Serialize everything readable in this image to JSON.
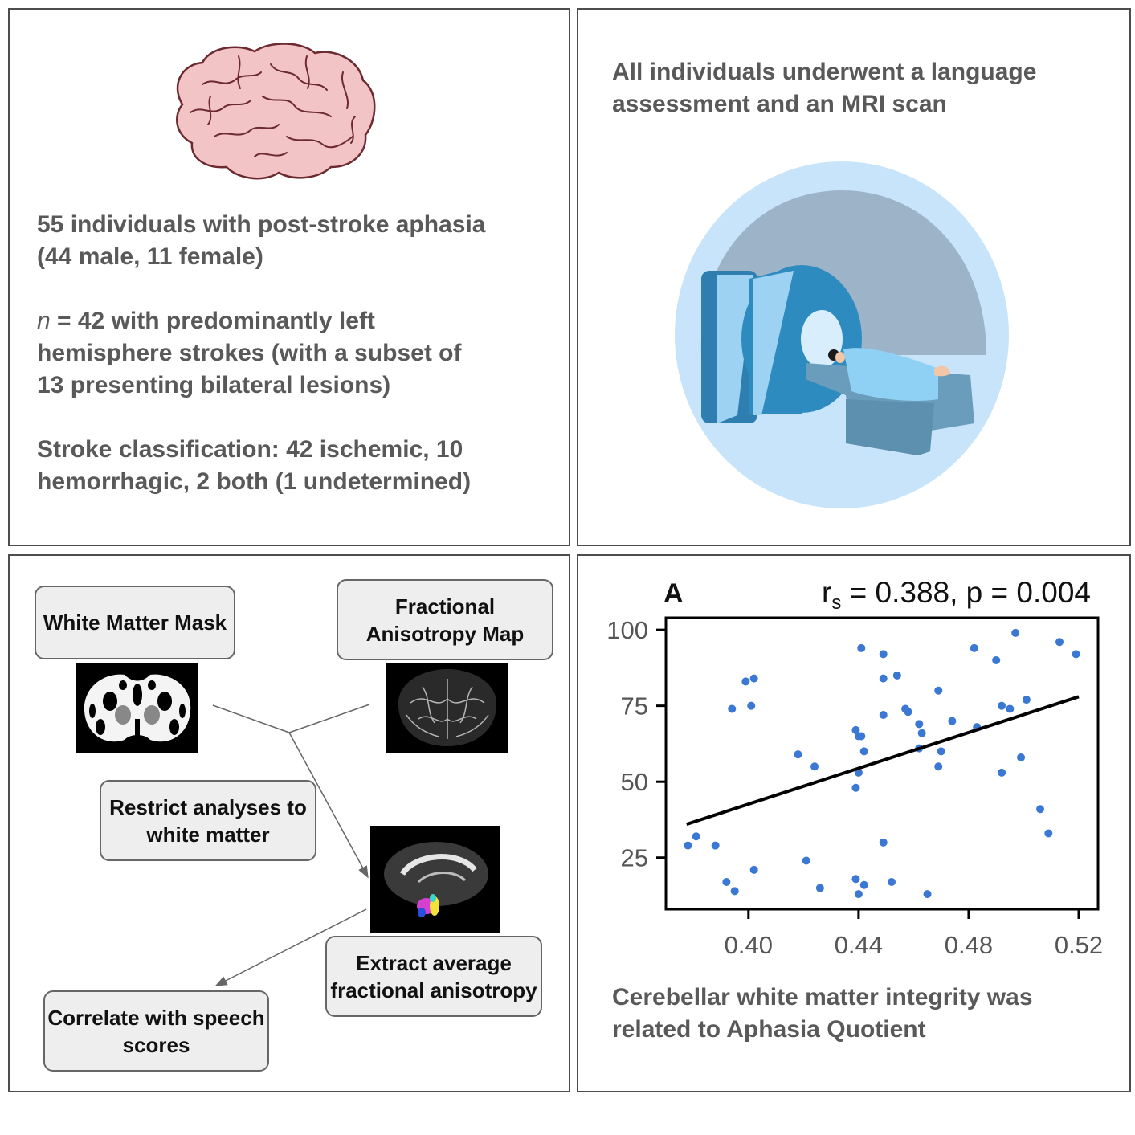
{
  "panel1": {
    "para1_line1": "55 individuals with post-stroke aphasia",
    "para1_line2": "(44 male, 11 female)",
    "para2_n": "n",
    "para2_line1_rest": " = 42 with predominantly left",
    "para2_line2": "hemisphere strokes (with a subset of",
    "para2_line3": "13 presenting bilateral lesions)",
    "para3_line1": "Stroke classification: 42 ischemic, 10",
    "para3_line2": "hemorrhagic, 2 both (1 undetermined)"
  },
  "panel2": {
    "line1": "All individuals underwent a language",
    "line2": "assessment and an MRI scan",
    "colors": {
      "circle": "#c8e4fa",
      "scanner": "#2e8bbf",
      "bore": "#d8eefc"
    }
  },
  "panel3": {
    "wm_mask": "White Matter Mask",
    "fa_map": "Fractional Anisotropy Map",
    "restrict": "Restrict analyses to white matter",
    "extract": "Extract average fractional anisotropy",
    "correlate": "Correlate with speech scores"
  },
  "panel4": {
    "caption_line1": "Cerebellar white matter integrity was",
    "caption_line2": "related to Aphasia Quotient"
  },
  "chart_data": {
    "type": "scatter",
    "panel_label": "A",
    "stat_prefix": "r",
    "stat_sub": "s",
    "stat_rest": " = 0.388, p = 0.004",
    "xlim": [
      0.37,
      0.527
    ],
    "ylim": [
      8,
      104
    ],
    "xticks": [
      0.4,
      0.44,
      0.48,
      0.52
    ],
    "xticklabels": [
      "0.40",
      "0.44",
      "0.48",
      "0.52"
    ],
    "yticks": [
      100,
      75,
      50,
      25
    ],
    "yticklabels": [
      "100",
      "75",
      "50",
      "25"
    ],
    "point_color": "#3a78d4",
    "trend": {
      "x": [
        0.3775,
        0.52
      ],
      "y": [
        36,
        78
      ]
    },
    "points": [
      [
        0.378,
        29
      ],
      [
        0.381,
        32
      ],
      [
        0.388,
        29
      ],
      [
        0.392,
        17
      ],
      [
        0.394,
        74
      ],
      [
        0.395,
        14
      ],
      [
        0.399,
        83
      ],
      [
        0.401,
        75
      ],
      [
        0.402,
        84
      ],
      [
        0.402,
        21
      ],
      [
        0.418,
        59
      ],
      [
        0.421,
        24
      ],
      [
        0.424,
        55
      ],
      [
        0.426,
        15
      ],
      [
        0.439,
        67
      ],
      [
        0.439,
        18
      ],
      [
        0.439,
        48
      ],
      [
        0.44,
        53
      ],
      [
        0.44,
        13
      ],
      [
        0.44,
        65
      ],
      [
        0.441,
        65
      ],
      [
        0.441,
        94
      ],
      [
        0.442,
        16
      ],
      [
        0.442,
        60
      ],
      [
        0.449,
        92
      ],
      [
        0.449,
        84
      ],
      [
        0.449,
        30
      ],
      [
        0.449,
        72
      ],
      [
        0.452,
        17
      ],
      [
        0.454,
        85
      ],
      [
        0.457,
        74
      ],
      [
        0.458,
        73
      ],
      [
        0.462,
        61
      ],
      [
        0.462,
        69
      ],
      [
        0.463,
        66
      ],
      [
        0.465,
        13
      ],
      [
        0.469,
        55
      ],
      [
        0.469,
        80
      ],
      [
        0.47,
        60
      ],
      [
        0.474,
        70
      ],
      [
        0.482,
        94
      ],
      [
        0.483,
        68
      ],
      [
        0.49,
        90
      ],
      [
        0.492,
        53
      ],
      [
        0.492,
        75
      ],
      [
        0.495,
        74
      ],
      [
        0.497,
        99
      ],
      [
        0.499,
        58
      ],
      [
        0.501,
        77
      ],
      [
        0.506,
        41
      ],
      [
        0.509,
        33
      ],
      [
        0.513,
        96
      ],
      [
        0.519,
        92
      ]
    ]
  }
}
